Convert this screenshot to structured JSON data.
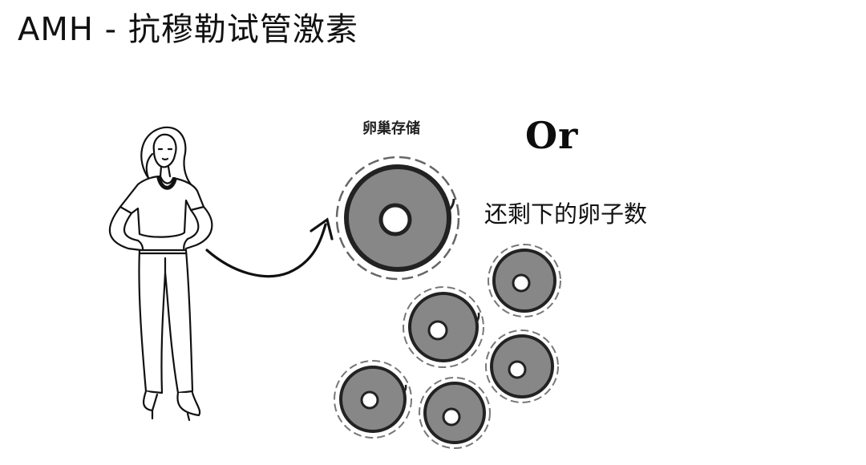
{
  "title": "AMH - 抗穆勒试管激素",
  "ovary_label": "卵巢存储",
  "or_label": "Or",
  "remaining_label": "还剩下的卵子数",
  "colors": {
    "follicle_fill": "#878787",
    "follicle_stroke": "#222222",
    "nucleus_fill": "#ffffff",
    "line": "#111111"
  },
  "icons": [
    "woman-figure-icon",
    "curved-arrow-icon",
    "ovary-follicle-icon",
    "follicle-icon"
  ]
}
